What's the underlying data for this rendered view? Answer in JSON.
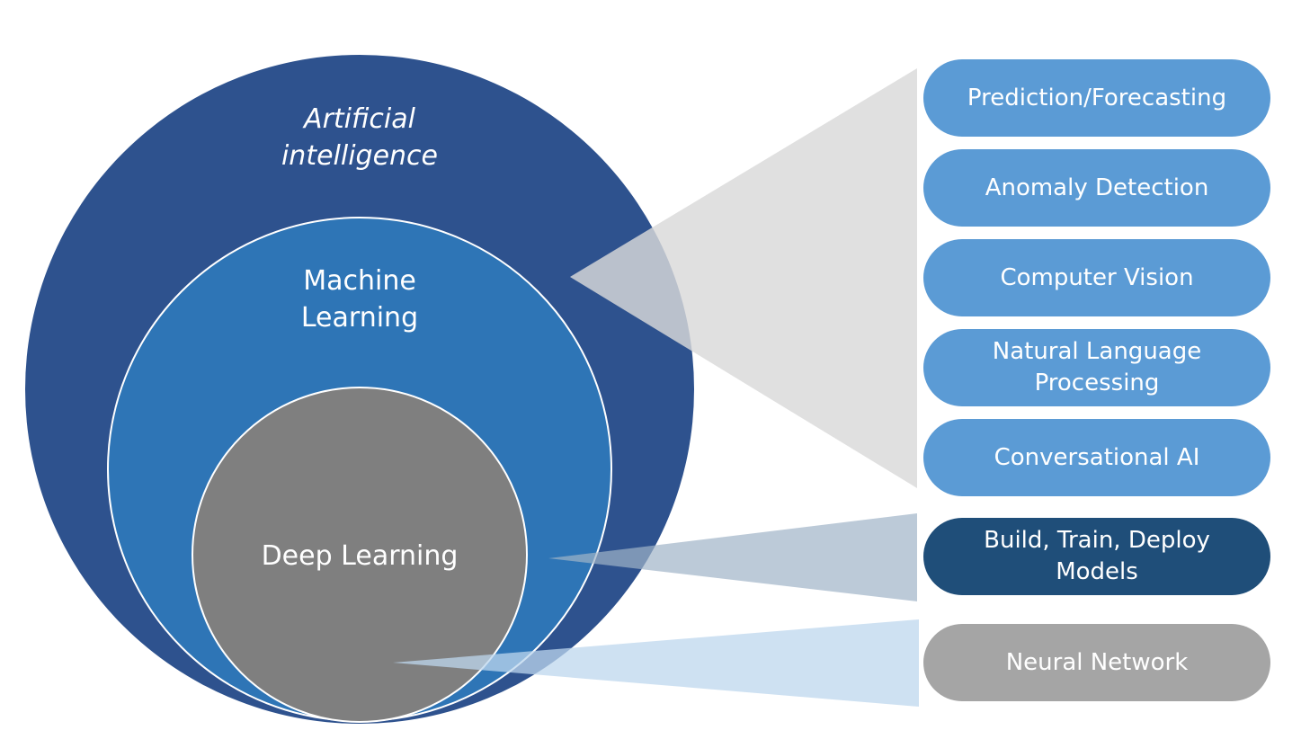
{
  "diagram": {
    "circles": [
      {
        "id": "ai",
        "label_lines": [
          "Artificial",
          "intelligence"
        ],
        "italic": true,
        "color": "#2e528e"
      },
      {
        "id": "ml",
        "label_lines": [
          "Machine",
          "Learning"
        ],
        "italic": false,
        "color": "#2e75b6"
      },
      {
        "id": "dl",
        "label_lines": [
          "Deep Learning"
        ],
        "italic": false,
        "color": "#7f7f7f"
      }
    ],
    "connectors": [
      {
        "from": "ai",
        "to_group": "ai-applications",
        "color": "#d9d9d9"
      },
      {
        "from": "ml",
        "to_group": "ml-capability",
        "color": "#b8c7d6"
      },
      {
        "from": "dl",
        "to_group": "dl-capability",
        "color": "#cddff0"
      }
    ],
    "applications": [
      {
        "label": "Prediction/Forecasting",
        "color": "#5b9bd5"
      },
      {
        "label": "Anomaly Detection",
        "color": "#5b9bd5"
      },
      {
        "label": "Computer Vision",
        "color": "#5b9bd5"
      },
      {
        "label": "Natural Language\nProcessing",
        "color": "#5b9bd5"
      },
      {
        "label": "Conversational AI",
        "color": "#5b9bd5"
      },
      {
        "label": "Build, Train, Deploy\nModels",
        "color": "#1f4e79"
      },
      {
        "label": "Neural Network",
        "color": "#a5a5a5"
      }
    ]
  }
}
